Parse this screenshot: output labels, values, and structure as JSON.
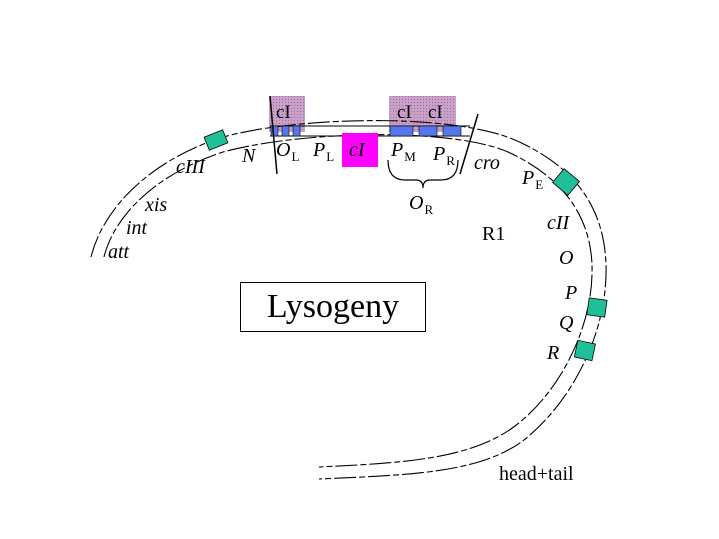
{
  "title": "Lysogeny",
  "genes": {
    "N": "N",
    "cIII": "cIII",
    "xis": "xis",
    "int": "int",
    "att": "att",
    "cI": "cI",
    "cro": "cro",
    "cII": "cII",
    "O": "O",
    "P": "P",
    "Q": "Q",
    "R": "R",
    "head_tail": "head+tail"
  },
  "promoters_operators": {
    "OL": {
      "main": "O",
      "sub": "L"
    },
    "PL": {
      "main": "P",
      "sub": "L"
    },
    "PM": {
      "main": "P",
      "sub": "M"
    },
    "PR": {
      "main": "P",
      "sub": "R"
    },
    "PE": {
      "main": "P",
      "sub": "E"
    },
    "OR": {
      "main": "O",
      "sub": "R"
    }
  },
  "other_labels": {
    "R1": "R1"
  },
  "bound_repressor": {
    "left": "cI",
    "right_1": "cI",
    "right_2": "cI"
  },
  "colors": {
    "cI_bound_box": "#c8a0c8",
    "cI_gene_box": "#ff00ff",
    "operator_site": "#5577ee",
    "teal_marker": "#1fbf99",
    "line": "#000000"
  }
}
